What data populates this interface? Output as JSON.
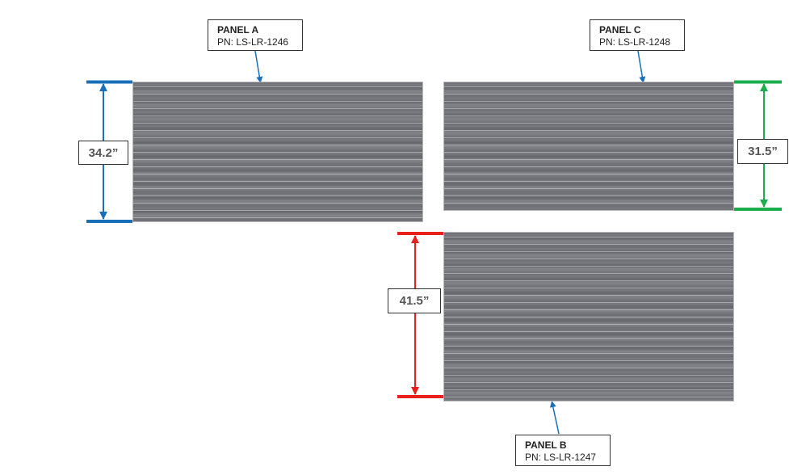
{
  "colors": {
    "panel_a_dim": "#1a6fba",
    "panel_c_dim": "#1aae4c",
    "panel_b_dim": "#e8201c",
    "callout_arrow": "#1a6fba"
  },
  "panels": {
    "a": {
      "title": "PANEL A",
      "pn": "PN: LS-LR-1246",
      "height": "34.2”"
    },
    "b": {
      "title": "PANEL B",
      "pn": "PN: LS-LR-1247",
      "height": "41.5”"
    },
    "c": {
      "title": "PANEL C",
      "pn": "PN: LS-LR-1248",
      "height": "31.5”"
    }
  }
}
